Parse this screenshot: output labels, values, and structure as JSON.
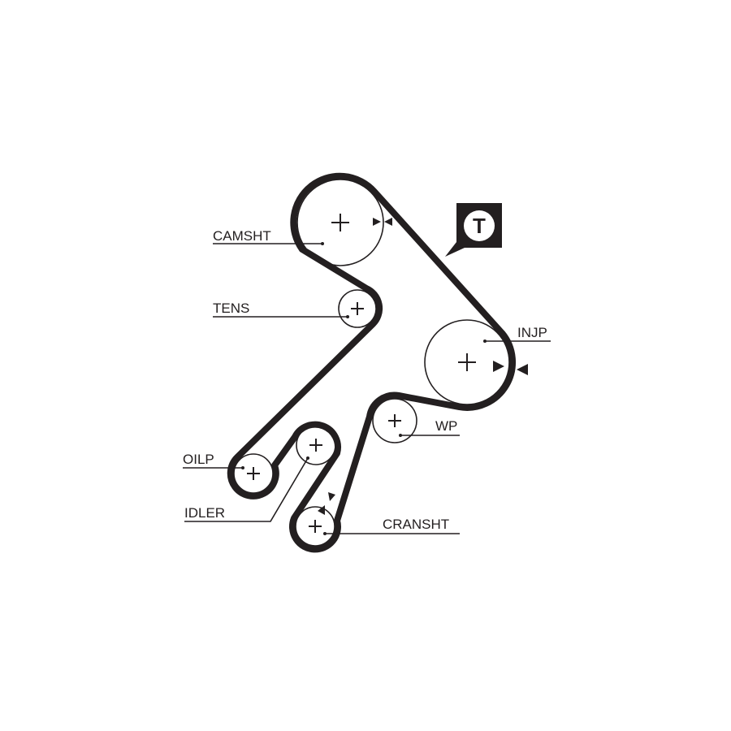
{
  "diagram": {
    "labels": {
      "camshaft": "CAMSHT",
      "tensioner": "TENS",
      "injection_pump": "INJP",
      "water_pump": "WP",
      "oil_pump": "OILP",
      "idler": "IDLER",
      "crankshaft": "CRANSHT"
    },
    "badge": "T",
    "colors": {
      "ink": "#231f20",
      "background": "#ffffff"
    }
  }
}
